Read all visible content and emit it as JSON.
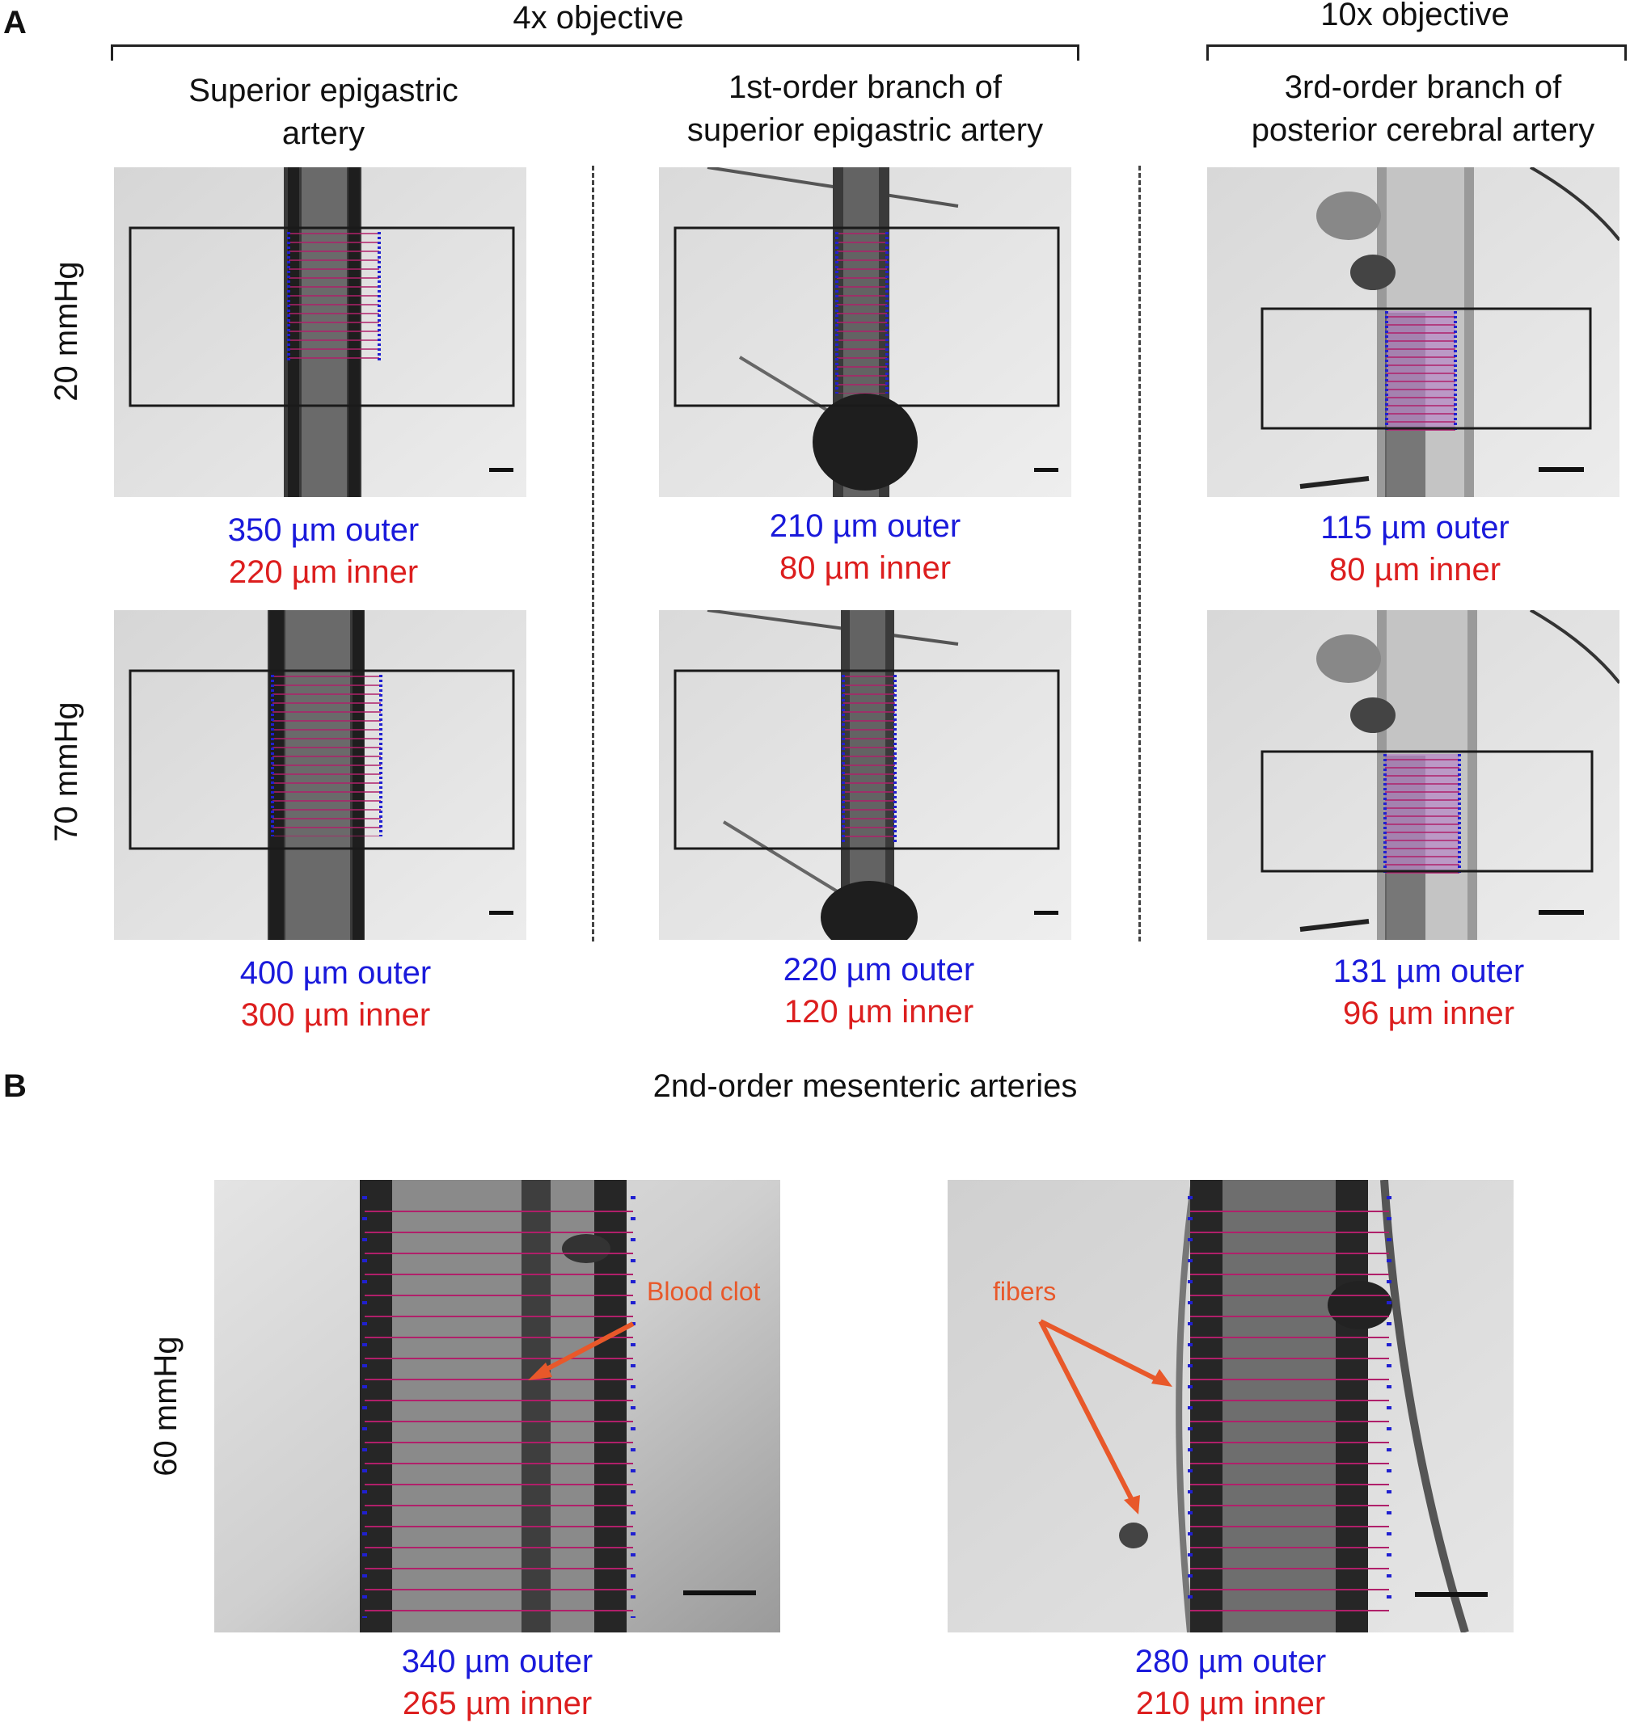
{
  "panel_a": {
    "letter": "A",
    "group_4x": "4x objective",
    "group_10x": "10x objective",
    "columns": [
      {
        "title_line1": "Superior epigastric",
        "title_line2": "artery"
      },
      {
        "title_line1": "1st-order branch of",
        "title_line2": "superior epigastric artery"
      },
      {
        "title_line1": "3rd-order branch of",
        "title_line2": "posterior cerebral artery"
      }
    ],
    "rows": [
      "20 mmHg",
      "70 mmHg"
    ],
    "measurements": [
      [
        {
          "outer": "350 µm outer",
          "inner": "220 µm inner"
        },
        {
          "outer": "210 µm outer",
          "inner": "80 µm inner"
        },
        {
          "outer": "115 µm outer",
          "inner": "80 µm inner"
        }
      ],
      [
        {
          "outer": "400 µm outer",
          "inner": "300 µm inner"
        },
        {
          "outer": "220 µm outer",
          "inner": "120 µm inner"
        },
        {
          "outer": "131 µm outer",
          "inner": "96 µm inner"
        }
      ]
    ]
  },
  "panel_b": {
    "letter": "B",
    "title": "2nd-order mesenteric arteries",
    "row_label": "60 mmHg",
    "left": {
      "outer": "340 µm outer",
      "inner": "265 µm inner",
      "annotation": "Blood clot"
    },
    "right": {
      "outer": "280 µm outer",
      "inner": "210 µm inner",
      "annotation": "fibers"
    }
  },
  "colors": {
    "outer": "#1a1adb",
    "inner": "#dc1e1e",
    "annotation": "#e8582a"
  }
}
